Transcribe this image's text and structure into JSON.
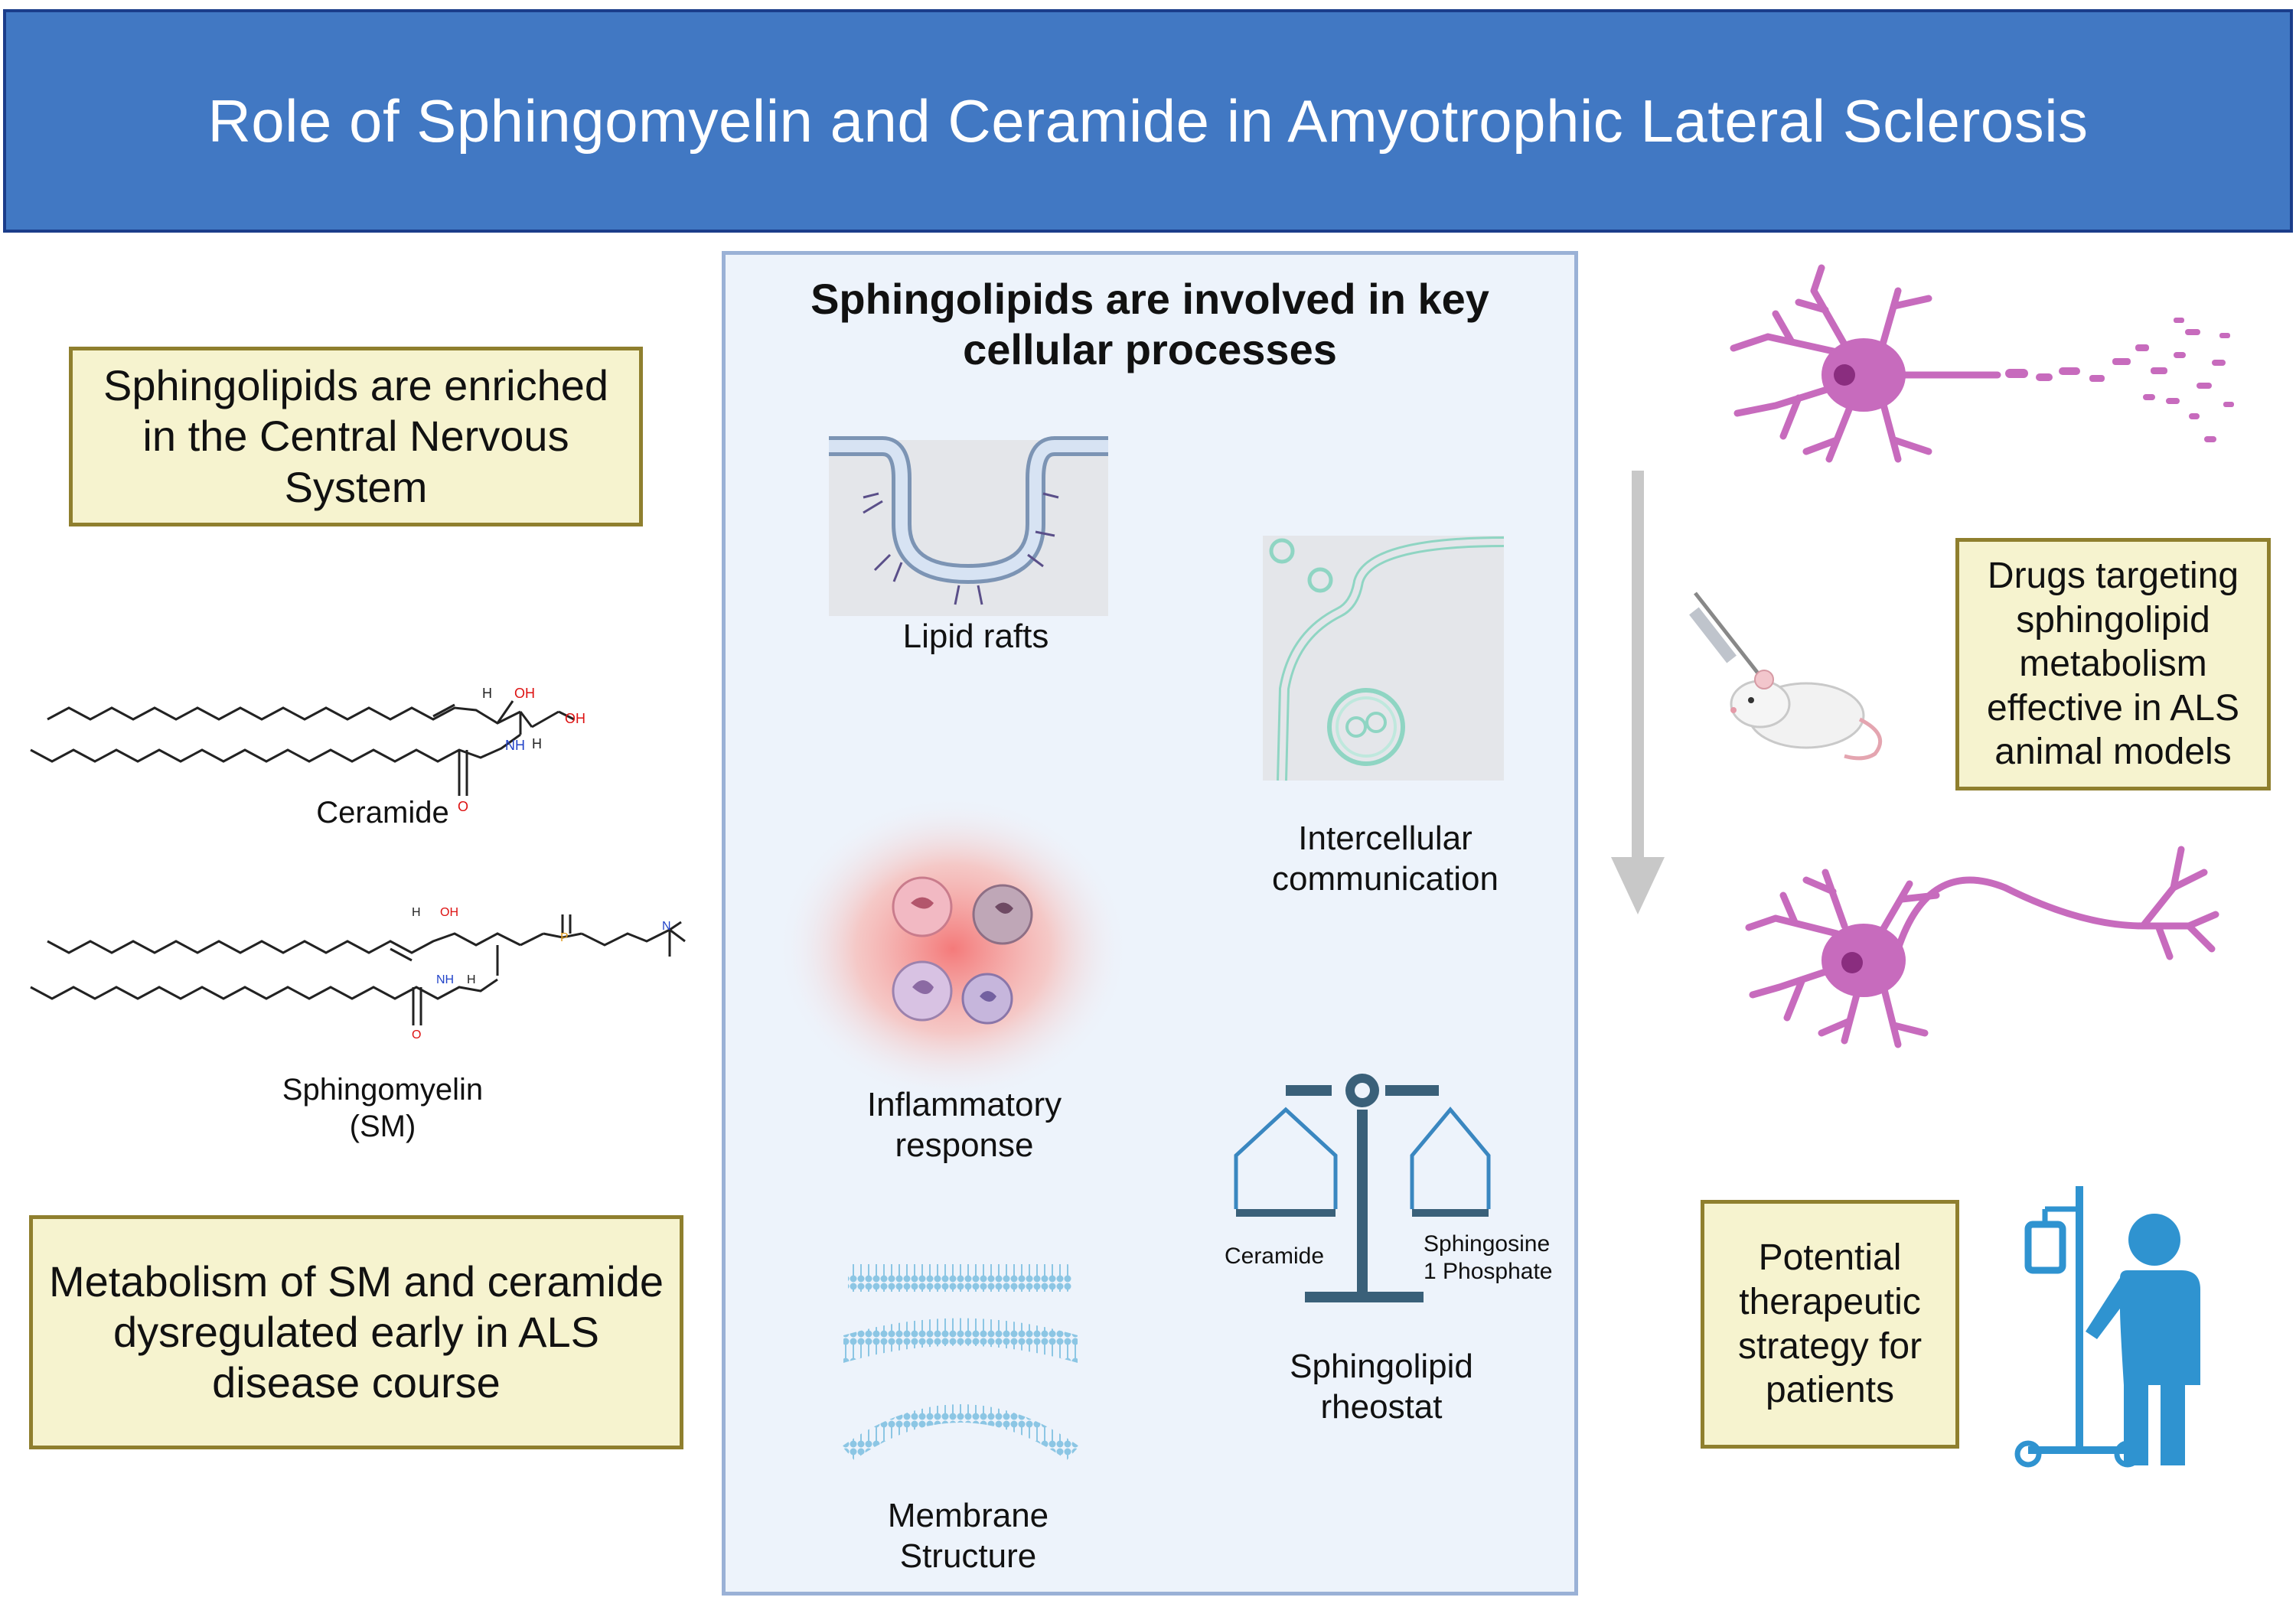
{
  "title": "Role of Sphingomyelin and Ceramide in Amyotrophic Lateral Sclerosis",
  "left": {
    "box_top": "Sphingolipids are enriched in the Central Nervous System",
    "ceramide_label": "Ceramide",
    "sm_label_line1": "Sphingomyelin",
    "sm_label_line2": "(SM)",
    "box_bottom": "Metabolism of SM and ceramide dysregulated early in ALS disease course",
    "atoms": {
      "h": "H",
      "oh": "OH",
      "nh": "NH",
      "o": "O",
      "p": "P",
      "n": "N"
    }
  },
  "center": {
    "title": "Sphingolipids are involved in key cellular processes",
    "lipid_rafts": "Lipid rafts",
    "intercellular_line1": "Intercellular",
    "intercellular_line2": "communication",
    "inflammatory_line1": "Inflammatory",
    "inflammatory_line2": "response",
    "scale_left": "Ceramide",
    "scale_right_line1": "Sphingosine",
    "scale_right_line2": "1 Phosphate",
    "rheostat_line1": "Sphingolipid",
    "rheostat_line2": "rheostat",
    "membrane_line1": "Membrane",
    "membrane_line2": "Structure"
  },
  "right": {
    "drugs_box": "Drugs targeting sphingolipid metabolism effective in ALS animal models",
    "therapy_box": "Potential therapeutic strategy for patients"
  },
  "colors": {
    "title_bg": "#4178c3",
    "note_bg": "#f6f3cf",
    "note_border": "#8f7f2e",
    "panel_bg": "#edf3fb",
    "neuron": "#c76bbd",
    "scale": "#3a6079",
    "patient": "#2f93d0",
    "arrow": "#c8c8c8"
  }
}
